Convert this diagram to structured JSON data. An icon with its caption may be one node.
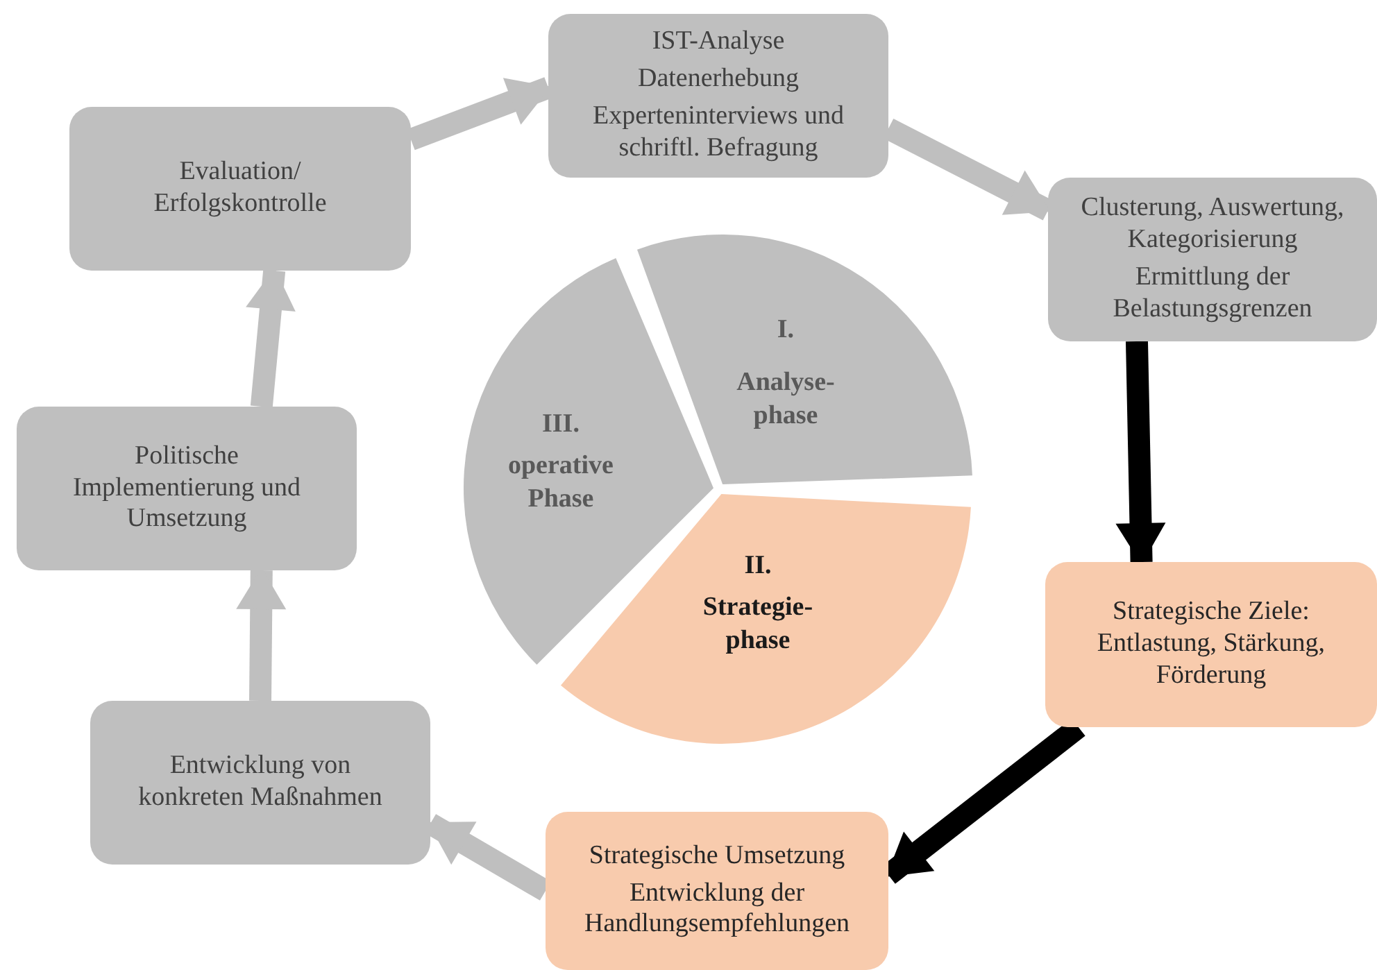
{
  "diagram": {
    "nodes": [
      {
        "text": [
          "Evaluation/ Erfolgskontrolle"
        ]
      },
      {
        "text": [
          "IST-Analyse",
          "Datenerhebung",
          "Experteninterviews und schriftl. Befragung"
        ]
      },
      {
        "text": [
          "Clusterung, Auswertung, Kategorisierung",
          "Ermittlung der Belastungsgrenzen"
        ]
      },
      {
        "text": [
          "Strategische Ziele: Entlastung, Stärkung, Förderung"
        ]
      },
      {
        "text": [
          "Strategische Umsetzung",
          "Entwicklung der Handlungsempfehlungen"
        ]
      },
      {
        "text": [
          "Entwicklung von konkreten Maßnahmen"
        ]
      },
      {
        "text": [
          "Politische Implementierung und Umsetzung"
        ]
      },
      {
        "text": [
          "I.",
          "Analyse- phase"
        ]
      },
      {
        "text": [
          "II.",
          "Strategie- phase"
        ]
      },
      {
        "text": [
          "III.",
          "operative Phase"
        ]
      }
    ],
    "edges": [
      {
        "from": 0,
        "to": 1,
        "arrow": "to"
      },
      {
        "from": 1,
        "to": 2,
        "arrow": "to"
      },
      {
        "from": 2,
        "to": 3,
        "arrow": "to",
        "color": "#000000"
      },
      {
        "from": 3,
        "to": 4,
        "arrow": "to",
        "color": "#000000"
      },
      {
        "from": 4,
        "to": 5,
        "arrow": "to"
      },
      {
        "from": 5,
        "to": 6,
        "arrow": "to"
      },
      {
        "from": 6,
        "to": 0,
        "arrow": "to"
      }
    ]
  }
}
